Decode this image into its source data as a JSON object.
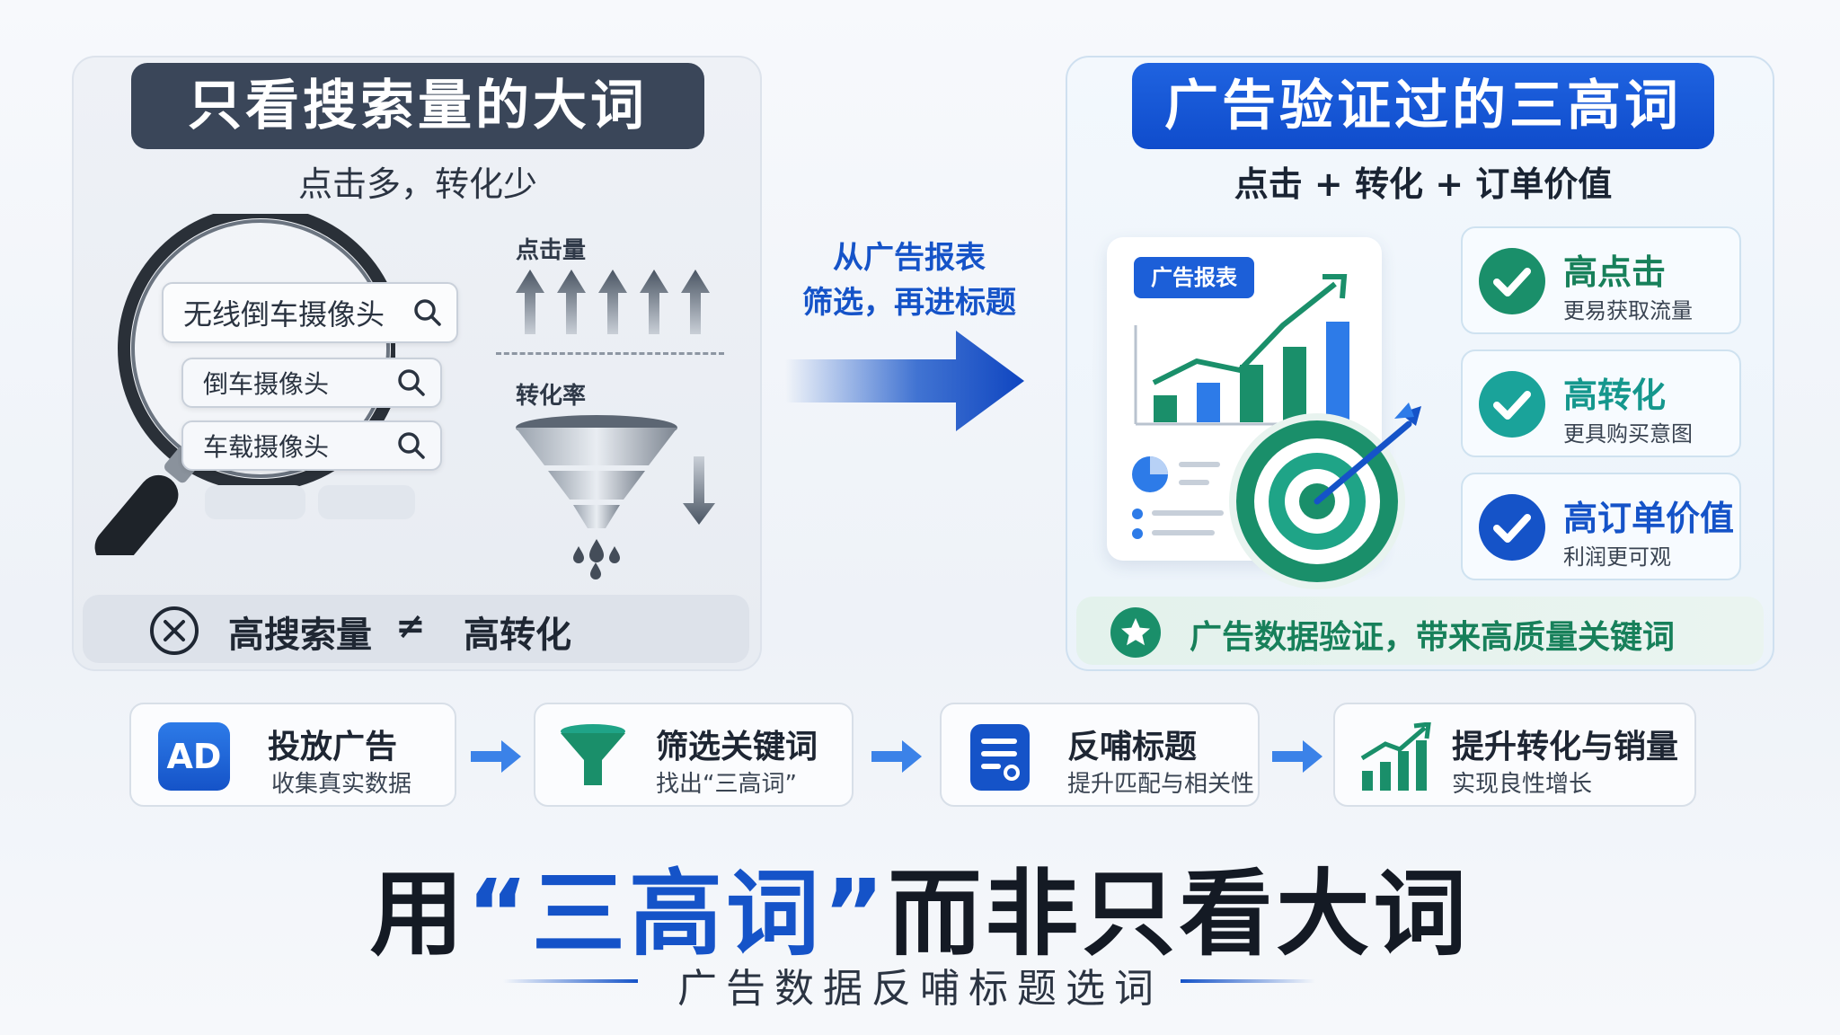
{
  "left": {
    "title": "只看搜索量的大词",
    "subtitle": "点击多，转化少",
    "keywords": [
      "无线倒车摄像头",
      "倒车摄像头",
      "车载摄像头"
    ],
    "clicks_label": "点击量",
    "conversion_label": "转化率",
    "bottom": {
      "a": "高搜索量",
      "neq": "≠",
      "b": "高转化"
    }
  },
  "middle": {
    "line1": "从广告报表",
    "line2": "筛选，再进标题"
  },
  "right": {
    "title": "广告验证过的三高词",
    "subtitle": "点击 + 转化 + 订单价值",
    "report_tag": "广告报表",
    "benefits": [
      {
        "title": "高点击",
        "desc": "更易获取流量"
      },
      {
        "title": "高转化",
        "desc": "更具购买意图"
      },
      {
        "title": "高订单价值",
        "desc": "利润更可观"
      }
    ],
    "bottom": "广告数据验证，带来高质量关键词"
  },
  "steps": [
    {
      "title": "投放广告",
      "desc": "收集真实数据",
      "badge": "AD"
    },
    {
      "title": "筛选关键词",
      "desc": "找出“三高词”"
    },
    {
      "title": "反哺标题",
      "desc": "提升匹配与相关性"
    },
    {
      "title": "提升转化与销量",
      "desc": "实现良性增长"
    }
  ],
  "footer": {
    "title_a": "用",
    "title_hl": "“三高词”",
    "title_b": "而非只看大词",
    "subtitle": "广告数据反哺标题选词"
  },
  "colors": {
    "blue": "#1553c8",
    "green": "#17805a",
    "teal": "#1aa39a",
    "dark": "#3a4659"
  }
}
